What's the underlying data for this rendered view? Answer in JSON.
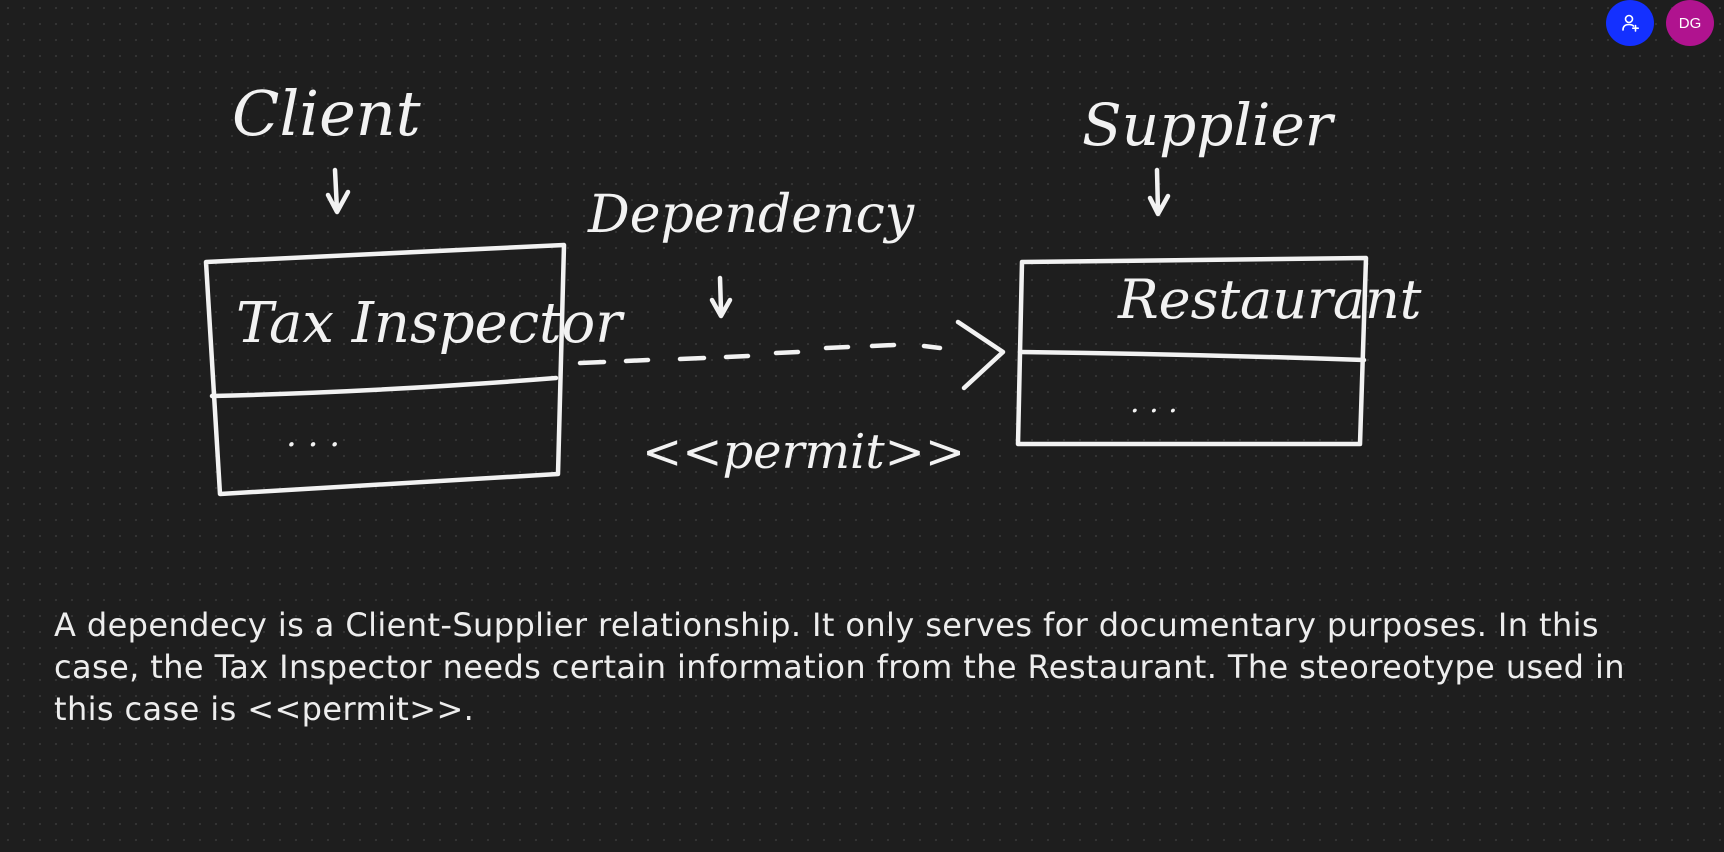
{
  "diagram": {
    "client_label": "Client",
    "supplier_label": "Supplier",
    "dependency_label": "Dependency",
    "stereotype_label": "<<permit>>",
    "client_class_name": "Tax Inspector",
    "client_class_body": ". . .",
    "supplier_class_name": "Restaurant",
    "supplier_class_body": ". . ."
  },
  "note": {
    "text": "A dependecy is a Client-Supplier relationship. It only serves for documentary purposes. In this case, the Tax Inspector needs certain information from the Restaurant. The steoreotype used in this case is <<permit>>."
  },
  "collaborators": {
    "share_icon": "user-plus-icon",
    "user_initials": "DG",
    "share_color": "#1430ff",
    "avatar_color": "#b0138f"
  }
}
